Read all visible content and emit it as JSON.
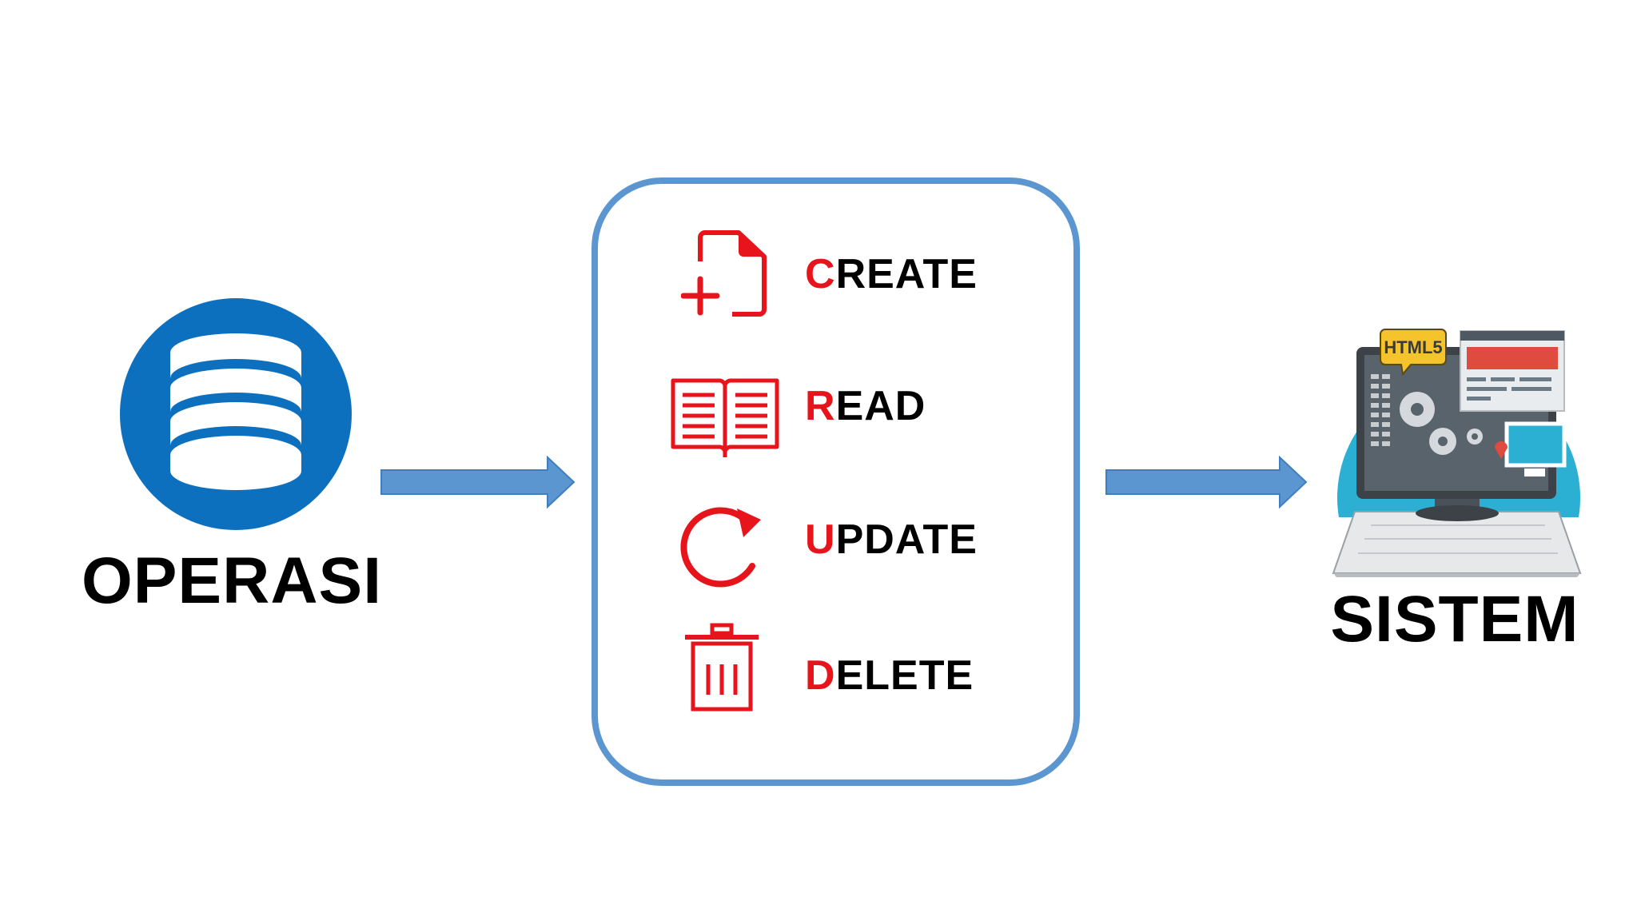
{
  "colors": {
    "database_blue": "#0d70bf",
    "arrow_blue": "#5b96d1",
    "box_border": "#5b96d1",
    "crud_red": "#e8141b",
    "text_black": "#000000"
  },
  "source": {
    "label": "OPERASI",
    "icon": "database-icon"
  },
  "crud": {
    "items": [
      {
        "initial": "C",
        "rest": "REATE",
        "icon": "file-add-icon"
      },
      {
        "initial": "R",
        "rest": "EAD",
        "icon": "open-book-icon"
      },
      {
        "initial": "U",
        "rest": "PDATE",
        "icon": "refresh-icon"
      },
      {
        "initial": "D",
        "rest": "ELETE",
        "icon": "trash-icon"
      }
    ]
  },
  "target": {
    "label": "SISTEM",
    "icon": "computer-system-icon",
    "badge_text": "HTML5"
  }
}
